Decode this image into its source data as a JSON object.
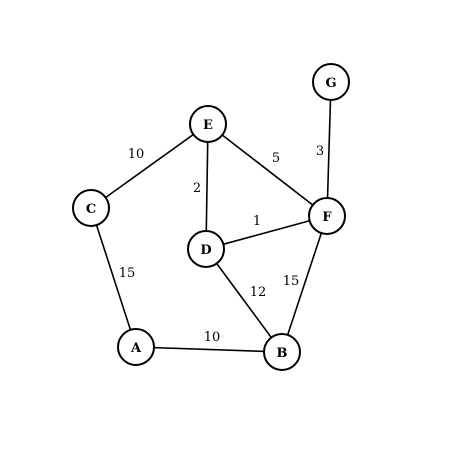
{
  "graph": {
    "nodes": [
      {
        "id": "A",
        "label": "A"
      },
      {
        "id": "B",
        "label": "B"
      },
      {
        "id": "C",
        "label": "C"
      },
      {
        "id": "D",
        "label": "D"
      },
      {
        "id": "E",
        "label": "E"
      },
      {
        "id": "F",
        "label": "F"
      },
      {
        "id": "G",
        "label": "G"
      }
    ],
    "edges": [
      {
        "from": "A",
        "to": "B",
        "weight": "10"
      },
      {
        "from": "A",
        "to": "C",
        "weight": "15"
      },
      {
        "from": "C",
        "to": "E",
        "weight": "10"
      },
      {
        "from": "E",
        "to": "D",
        "weight": "2"
      },
      {
        "from": "E",
        "to": "F",
        "weight": "5"
      },
      {
        "from": "D",
        "to": "F",
        "weight": "1"
      },
      {
        "from": "D",
        "to": "B",
        "weight": "12"
      },
      {
        "from": "F",
        "to": "B",
        "weight": "15"
      },
      {
        "from": "G",
        "to": "F",
        "weight": "3"
      }
    ]
  }
}
